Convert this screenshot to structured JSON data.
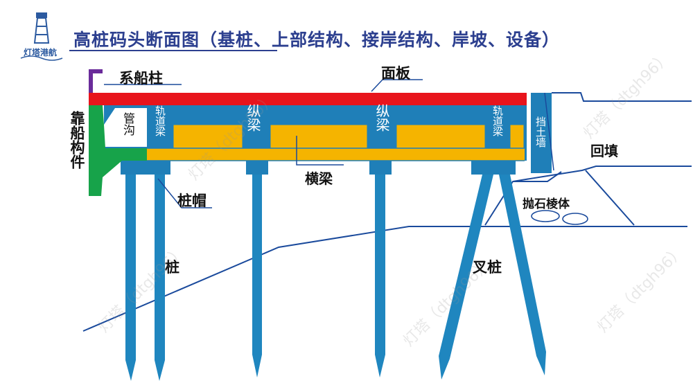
{
  "header": {
    "title": "高桩码头断面图（基桩、上部结构、接岸结构、岸坡、设备）",
    "logo_text": "灯塔港航"
  },
  "labels": {
    "bollard": "系船柱",
    "deck_panel": "面板",
    "fender": "靠船构件",
    "pipe_trench": "管沟",
    "rail_beam": "轨道梁",
    "longitudinal_beam": "纵梁",
    "cross_beam": "横梁",
    "pile_cap": "桩帽",
    "pile": "桩",
    "batter_pile": "叉桩",
    "retaining_wall": "挡土墙",
    "backfill": "回填",
    "rubble_prism": "抛石棱体"
  },
  "watermark": "灯塔（dtgh96）",
  "colors": {
    "title": "#2c3f8f",
    "deck": "#e8141c",
    "beam_blue": "#1f7fb8",
    "beam_yellow": "#f5b400",
    "fender_green": "#17a34a",
    "bollard_purple": "#6a2b9a",
    "pile": "#1f86bf",
    "line": "#1a4a9c"
  }
}
